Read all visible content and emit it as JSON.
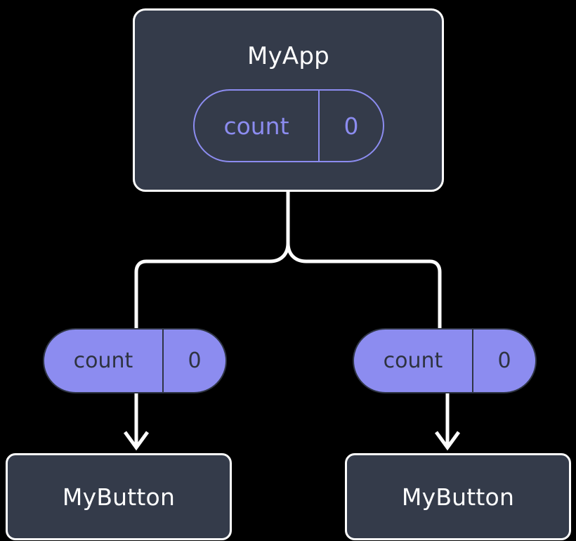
{
  "diagram": {
    "title": "MyApp component tree with count state propagated to MyButton children",
    "colors": {
      "background": "#000000",
      "box_fill": "#343B4A",
      "box_border": "#FFFFFF",
      "box_text": "#FFFFFF",
      "accent_purple": "#8C8CF0",
      "pill_text_dark": "#2E3340",
      "wire": "#FFFFFF"
    },
    "root": {
      "label": "MyApp",
      "state": {
        "key": "count",
        "value": "0",
        "style": "outlined"
      }
    },
    "children": [
      {
        "id": "left",
        "label": "MyButton",
        "prop": {
          "key": "count",
          "value": "0",
          "style": "filled"
        }
      },
      {
        "id": "right",
        "label": "MyButton",
        "prop": {
          "key": "count",
          "value": "0",
          "style": "filled"
        }
      }
    ],
    "connectors": {
      "fork": "root-splits-into-two-branches",
      "arrowhead": "chevron-down-arrow"
    }
  }
}
